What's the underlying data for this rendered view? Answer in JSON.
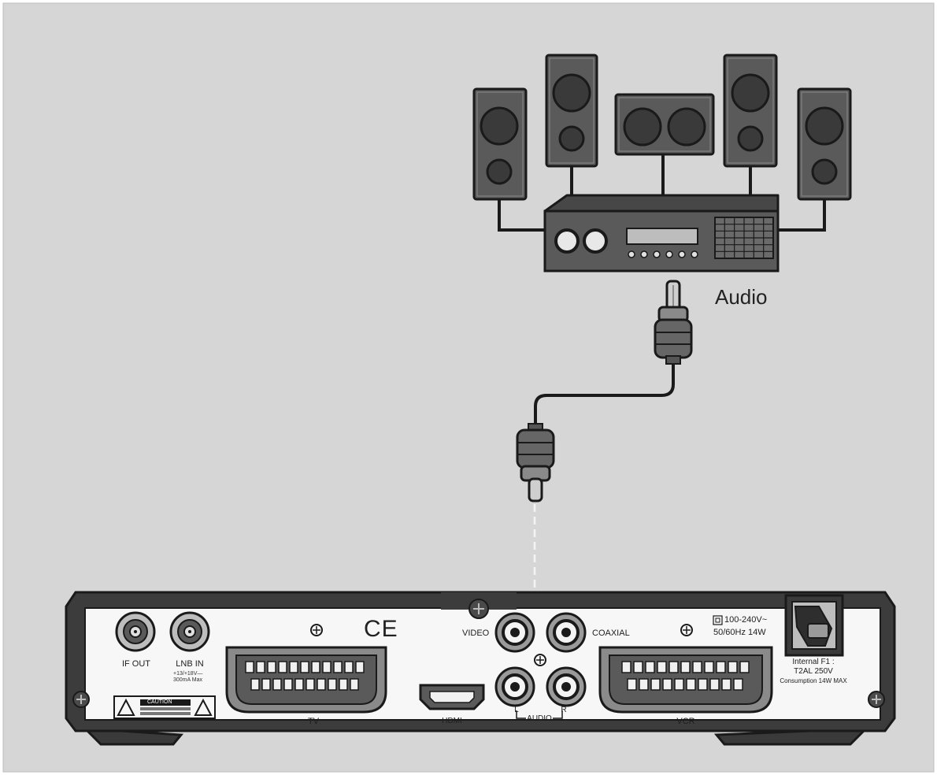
{
  "colors": {
    "background": "#d6d6d6",
    "outline": "#1a1a1a",
    "device_dark": "#3c3c3c",
    "panel_light": "#f7f7f7",
    "speaker_body": "#5a5a5a",
    "driver": "#3a3a3a"
  },
  "audio_system": {
    "label": "Audio",
    "speaker_count": 5
  },
  "receiver_panel": {
    "ports": {
      "if_out": "IF OUT",
      "lnb_in": "LNB IN",
      "lnb_spec": "+13/+18V— 300mA Max",
      "tv_scart": "TV",
      "hdmi": "HDMI",
      "video": "VIDEO",
      "coaxial": "COAXIAL",
      "audio_l": "L",
      "audio_r": "R",
      "audio_group": "AUDIO",
      "vcr_scart": "VCR"
    },
    "ce_mark": "CE",
    "power_rating": "100-240V~",
    "power_freq": "50/60Hz 14W",
    "fuse_1": "Internal F1 :",
    "fuse_2": "T2AL 250V",
    "consumption": "Consumption 14W MAX",
    "caution_label": "CAUTION"
  }
}
